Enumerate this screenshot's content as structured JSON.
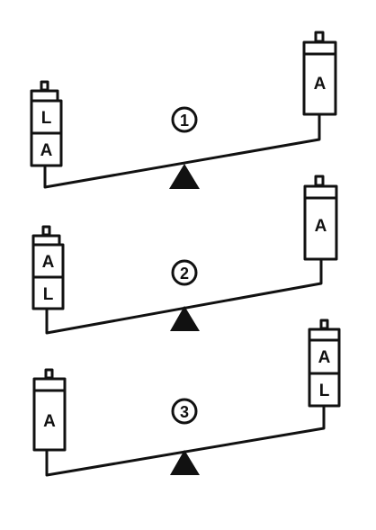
{
  "scenarios": [
    {
      "number": "1",
      "left_container": {
        "compartments": [
          "L",
          "A"
        ]
      },
      "right_container": {
        "compartments": [
          "A"
        ]
      },
      "beam_tilt": "left-down"
    },
    {
      "number": "2",
      "left_container": {
        "compartments": [
          "A",
          "L"
        ]
      },
      "right_container": {
        "compartments": [
          "A"
        ]
      },
      "beam_tilt": "left-down"
    },
    {
      "number": "3",
      "left_container": {
        "compartments": [
          "A"
        ]
      },
      "right_container": {
        "compartments": [
          "A",
          "L"
        ]
      },
      "beam_tilt": "left-down"
    }
  ],
  "colors": {
    "ink": "#111111",
    "background": "#ffffff"
  }
}
